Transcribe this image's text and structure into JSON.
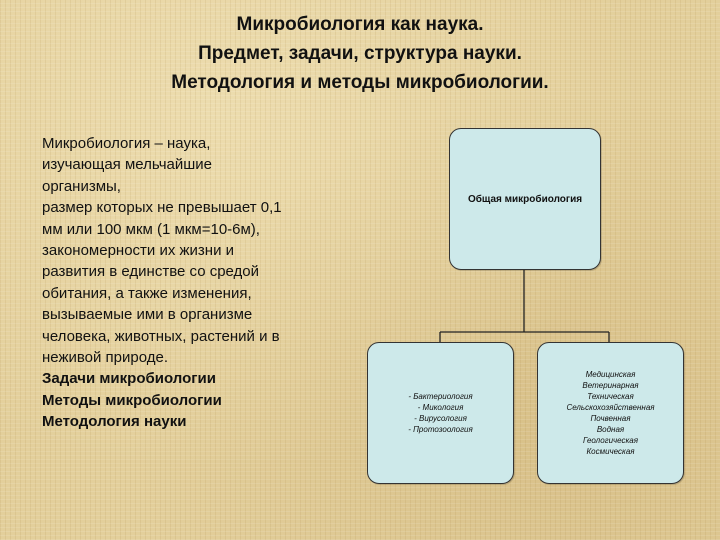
{
  "title": {
    "line1": "Микробиология как наука.",
    "line2": "Предмет, задачи, структура науки.",
    "line3": "Методология и методы микробиологии."
  },
  "text": {
    "paragraph_lines": [
      "Микробиология – наука,",
      "изучающая мельчайшие",
      "организмы,",
      "размер которых не превышает 0,1",
      "мм или 100 мкм (1 мкм=10-6м),",
      "закономерности их жизни и",
      "развития в единстве со средой",
      "обитания, а также изменения,",
      "вызываемые ими в организме",
      "человека, животных, растений и в",
      "неживой природе."
    ],
    "tasks": "Задачи микробиологии",
    "methods": "Методы микробиологии",
    "methodology": "Методология науки"
  },
  "diagram": {
    "top": "Общая микробиология",
    "left": [
      "- Бактериология",
      "- Микология",
      "- Вирусология",
      "- Протозоология"
    ],
    "right": [
      "Медицинская",
      "Ветеринарная",
      "Техническая",
      "Сельскохозяйственная",
      "Почвенная",
      "Водная",
      "Геологическая",
      "Космическая"
    ]
  }
}
